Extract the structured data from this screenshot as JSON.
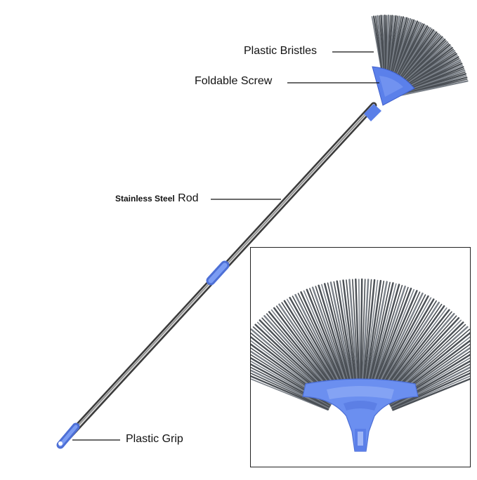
{
  "labels": {
    "bristles": "Plastic Bristles",
    "screw": "Foldable Screw",
    "rod_prefix": "Stainless Steel",
    "rod_suffix": "Rod",
    "grip": "Plastic Grip"
  },
  "colors": {
    "bristle": "#4a4f55",
    "bristle_light": "#7a8088",
    "plastic_blue": "#6b8ff0",
    "plastic_blue_dark": "#4d6fd6",
    "steel_dark": "#3a3a3a",
    "steel_light": "#d9d9d9"
  }
}
